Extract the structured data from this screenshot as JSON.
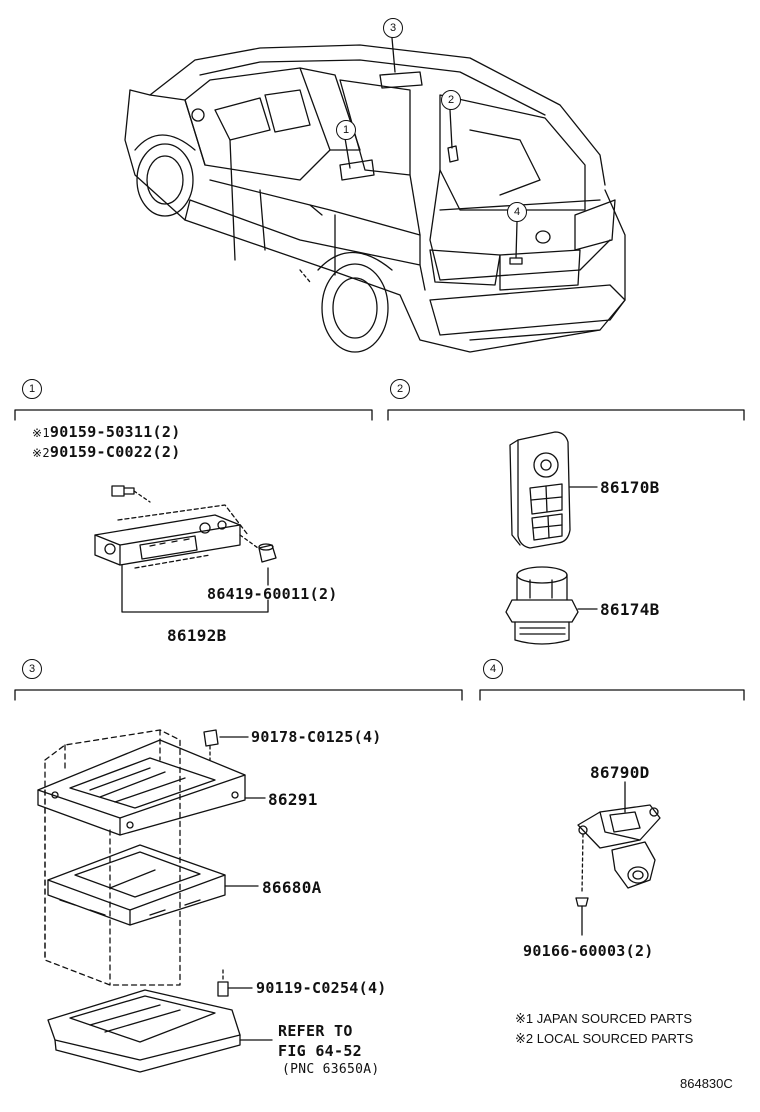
{
  "callouts": {
    "c1": "1",
    "c2": "2",
    "c3": "3",
    "c4": "4"
  },
  "section1": {
    "part_a": "90159-50311(2)",
    "part_a_mark": "※1",
    "part_b": "90159-C0022(2)",
    "part_b_mark": "※2",
    "part_c": "86419-60011(2)",
    "assembly": "86192B"
  },
  "section2": {
    "part_a": "86170B",
    "part_b": "86174B"
  },
  "section3": {
    "part_a": "90178-C0125(4)",
    "part_b": "86291",
    "part_c": "86680A",
    "part_d": "90119-C0254(4)",
    "refer_1": "REFER TO",
    "refer_2": "FIG 64-52",
    "refer_3": "(PNC 63650A)"
  },
  "section4": {
    "part_a": "86790D",
    "part_b": "90166-60003(2)"
  },
  "notes": {
    "note1": "※1 JAPAN SOURCED PARTS",
    "note2": "※2 LOCAL SOURCED PARTS"
  },
  "figure_id": "864830C"
}
